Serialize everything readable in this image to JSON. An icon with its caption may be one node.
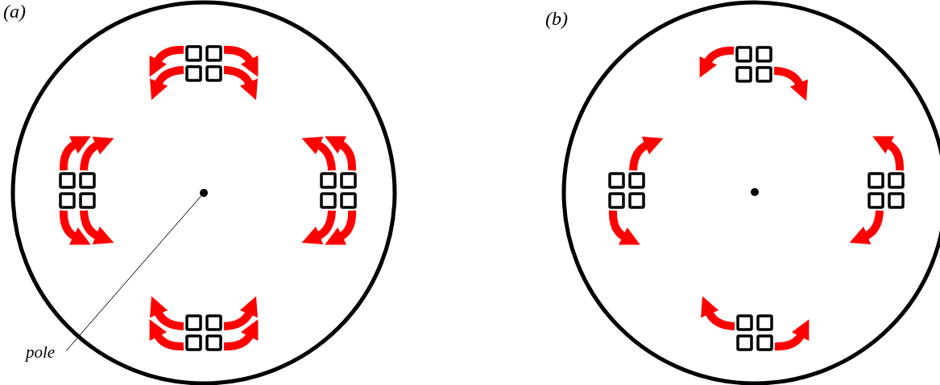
{
  "diagram": {
    "nodes": [
      {
        "text": [
          "pole"
        ]
      },
      {
        "text": [],
        "shape": "circle"
      }
    ],
    "edges": [
      {
        "from": 0,
        "to": 1,
        "arrow": "none"
      }
    ],
    "labels": [
      "(a)",
      "(b)"
    ]
  }
}
